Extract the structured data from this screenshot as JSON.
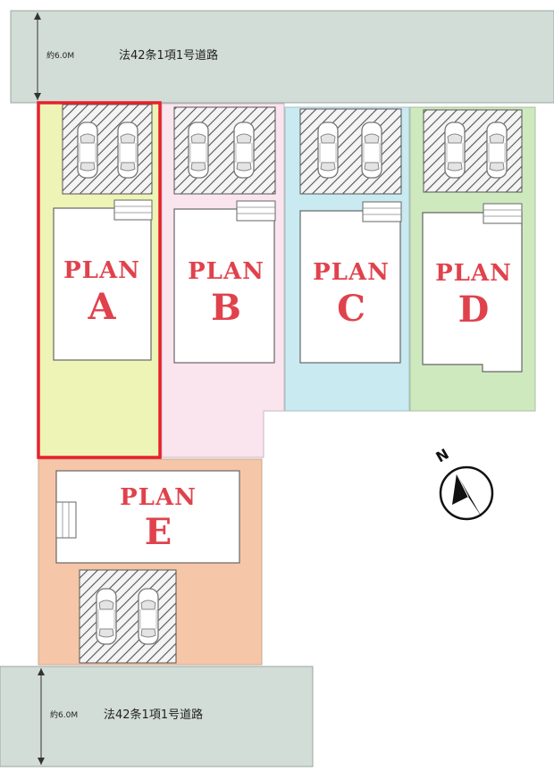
{
  "roads": {
    "top": {
      "label": "法42条1項1号道路",
      "width": "約6.0M"
    },
    "bottom": {
      "label": "法42条1項1号道路",
      "width": "約6.0M"
    }
  },
  "plans": {
    "word": "PLAN",
    "a": {
      "letter": "A",
      "color": "#eef3b6",
      "selected": true
    },
    "b": {
      "letter": "B",
      "color": "#fae4ee"
    },
    "c": {
      "letter": "C",
      "color": "#c8eaf0"
    },
    "d": {
      "letter": "D",
      "color": "#cfe9bf"
    },
    "e": {
      "letter": "E",
      "color": "#f6c6a8"
    }
  },
  "colors": {
    "road": "#d3ddd8",
    "highlight": "#e8202a",
    "plan_text": "#e0424c"
  },
  "compass": {
    "label": "N"
  }
}
